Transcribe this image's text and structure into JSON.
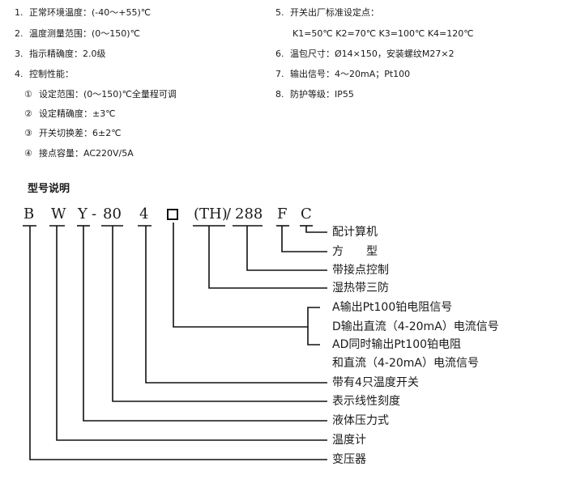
{
  "specs_left": [
    {
      "num": "1.",
      "text": "正常环境温度：(-40～+55)℃"
    },
    {
      "num": "2.",
      "text": "温度测量范围：(0～150)℃"
    },
    {
      "num": "3.",
      "text": "指示精确度：2.0级"
    },
    {
      "num": "4.",
      "text": "控制性能："
    },
    {
      "num": "①",
      "text": "设定范围：(0～150)℃全量程可调"
    },
    {
      "num": "②",
      "text": "设定精确度：±3℃"
    },
    {
      "num": "③",
      "text": "开关切换差：6±2℃"
    },
    {
      "num": "④",
      "text": "接点容量：AC220V/5A"
    }
  ],
  "specs_right": [
    {
      "num": "5.",
      "text": "开关出厂标准设定点："
    },
    {
      "num": "",
      "text": "K1=50℃ K2=70℃ K3=100℃ K4=120℃"
    },
    {
      "num": "6.",
      "text": "温包尺寸：Ø14×150，安装螺纹M27×2"
    },
    {
      "num": "7.",
      "text": "输出信号：4～20mA；Pt100"
    },
    {
      "num": "8.",
      "text": "防护等级：IP55"
    }
  ],
  "model_title": "型号说明",
  "model_code": {
    "b": "B",
    "w": "W",
    "y": "Y",
    "dash": "-",
    "n80": "80",
    "n4": "4",
    "th": "(TH)",
    "slash": "/",
    "n288": "288",
    "f": "F",
    "c": "C"
  },
  "explanations": {
    "c": "配计算机",
    "f": "方　　型",
    "n288": "带接点控制",
    "th": "湿热带三防",
    "box_a": "A输出Pt100铂电阻信号",
    "box_d": "D输出直流（4-20mA）电流信号",
    "box_ad1": "AD同时输出Pt100铂电阻",
    "box_ad2": "和直流（4-20mA）电流信号",
    "n4": "带有4只温度开关",
    "n80": "表示线性刻度",
    "y": "液体压力式",
    "w": "温度计",
    "b": "变压器"
  }
}
